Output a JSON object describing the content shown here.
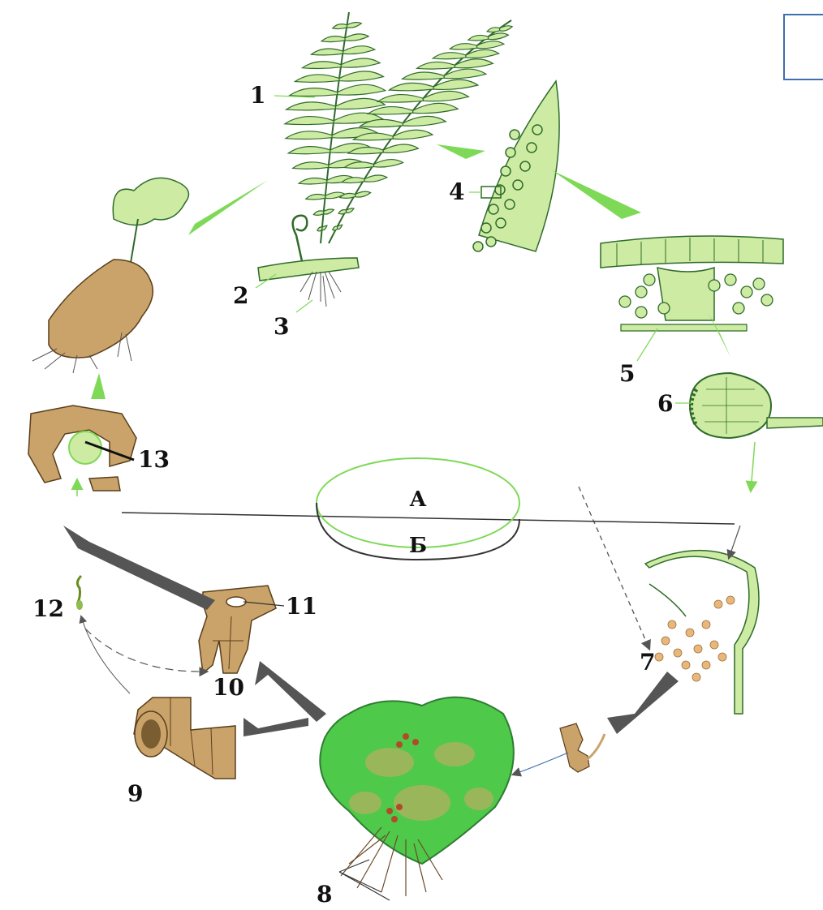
{
  "colors": {
    "background": "#ffffff",
    "sporophyte_green": "#cdeba3",
    "outline_green": "#2f6b2a",
    "arrow_green": "#7ed957",
    "gametophyte_brown": "#c9a36a",
    "prothallus_green": "#4ec94a",
    "arrow_gray": "#555555",
    "corner_box_blue": "#3f6fb0",
    "oval_green": "#7ed957"
  },
  "phase_labels": {
    "upper": "А",
    "lower": "Б"
  },
  "numbers": {
    "n1": "1",
    "n2": "2",
    "n3": "3",
    "n4": "4",
    "n5": "5",
    "n6": "6",
    "n7": "7",
    "n8": "8",
    "n9": "9",
    "n10": "10",
    "n11": "11",
    "n12": "12",
    "n13": "13"
  }
}
